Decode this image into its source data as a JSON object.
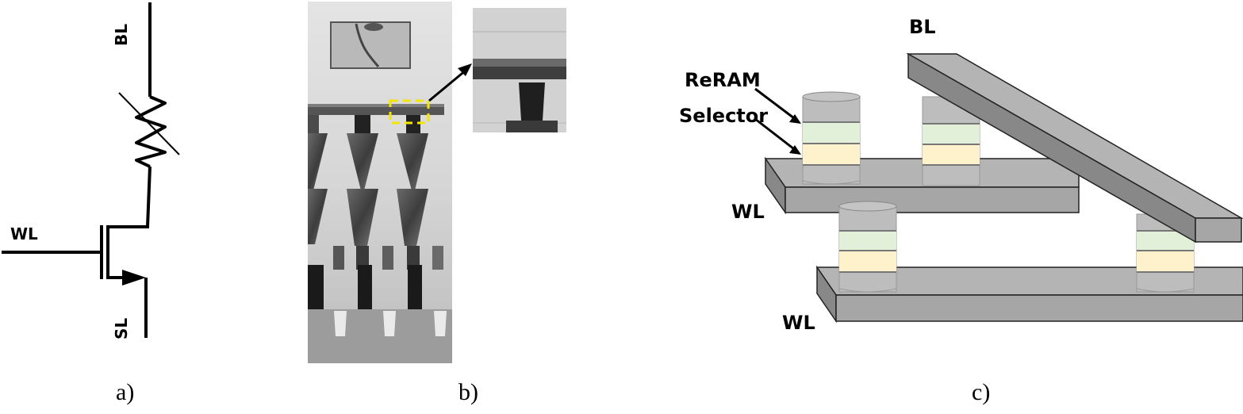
{
  "figure": {
    "panels": [
      {
        "id": "a",
        "caption": "a)",
        "kind": "circuit-schematic",
        "labels": {
          "bitline": "BL",
          "wordline": "WL",
          "sourceline": "SL"
        },
        "components": [
          "variable-resistor",
          "nmos-transistor"
        ]
      },
      {
        "id": "b",
        "caption": "b)",
        "kind": "tem-cross-section-micrograph",
        "annotation": "yellow dashed box with arrow to magnified inset",
        "highlight_color": "#f5e600"
      },
      {
        "id": "c",
        "caption": "c)",
        "kind": "3d-crossbar-array",
        "labels": {
          "bitline": "BL",
          "wordline_top": "WL",
          "wordline_bottom": "WL",
          "reram": "ReRAM",
          "selector": "Selector"
        },
        "colors": {
          "bar_top": "#b4b4b4",
          "bar_front": "#a6a6a6",
          "bar_side": "#888888",
          "cell_gray": "#bdbdbd",
          "reram_layer": "#e2efd9",
          "selector_layer": "#fef2cc"
        }
      }
    ]
  }
}
